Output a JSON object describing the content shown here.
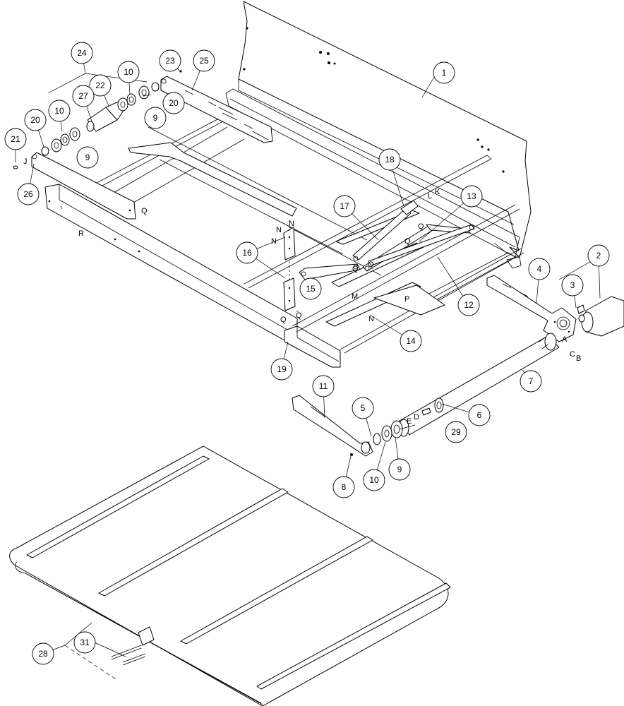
{
  "callouts": [
    {
      "id": "c1",
      "label": "1"
    },
    {
      "id": "c2",
      "label": "2"
    },
    {
      "id": "c3",
      "label": "3"
    },
    {
      "id": "c4",
      "label": "4"
    },
    {
      "id": "c5",
      "label": "5"
    },
    {
      "id": "c6",
      "label": "6"
    },
    {
      "id": "c7",
      "label": "7"
    },
    {
      "id": "c8",
      "label": "8"
    },
    {
      "id": "c9a",
      "label": "9"
    },
    {
      "id": "c9b",
      "label": "9"
    },
    {
      "id": "c9c",
      "label": "9"
    },
    {
      "id": "c10a",
      "label": "10"
    },
    {
      "id": "c10b",
      "label": "10"
    },
    {
      "id": "c10c",
      "label": "10"
    },
    {
      "id": "c11",
      "label": "11"
    },
    {
      "id": "c12",
      "label": "12"
    },
    {
      "id": "c13",
      "label": "13"
    },
    {
      "id": "c14",
      "label": "14"
    },
    {
      "id": "c15",
      "label": "15"
    },
    {
      "id": "c16",
      "label": "16"
    },
    {
      "id": "c17",
      "label": "17"
    },
    {
      "id": "c18",
      "label": "18"
    },
    {
      "id": "c19",
      "label": "19"
    },
    {
      "id": "c20a",
      "label": "20"
    },
    {
      "id": "c20b",
      "label": "20"
    },
    {
      "id": "c21",
      "label": "21"
    },
    {
      "id": "c22",
      "label": "22"
    },
    {
      "id": "c23",
      "label": "23"
    },
    {
      "id": "c24",
      "label": "24"
    },
    {
      "id": "c25",
      "label": "25"
    },
    {
      "id": "c26",
      "label": "26"
    },
    {
      "id": "c27",
      "label": "27"
    },
    {
      "id": "c28",
      "label": "28"
    },
    {
      "id": "c29",
      "label": "29"
    },
    {
      "id": "c31",
      "label": "31"
    }
  ],
  "letters": [
    "A",
    "B",
    "C",
    "D",
    "E",
    "J",
    "K",
    "L",
    "M",
    "N",
    "N",
    "N",
    "N",
    "P",
    "Q",
    "Q",
    "Q",
    "Q",
    "Q",
    "Q",
    "Q",
    "R"
  ]
}
